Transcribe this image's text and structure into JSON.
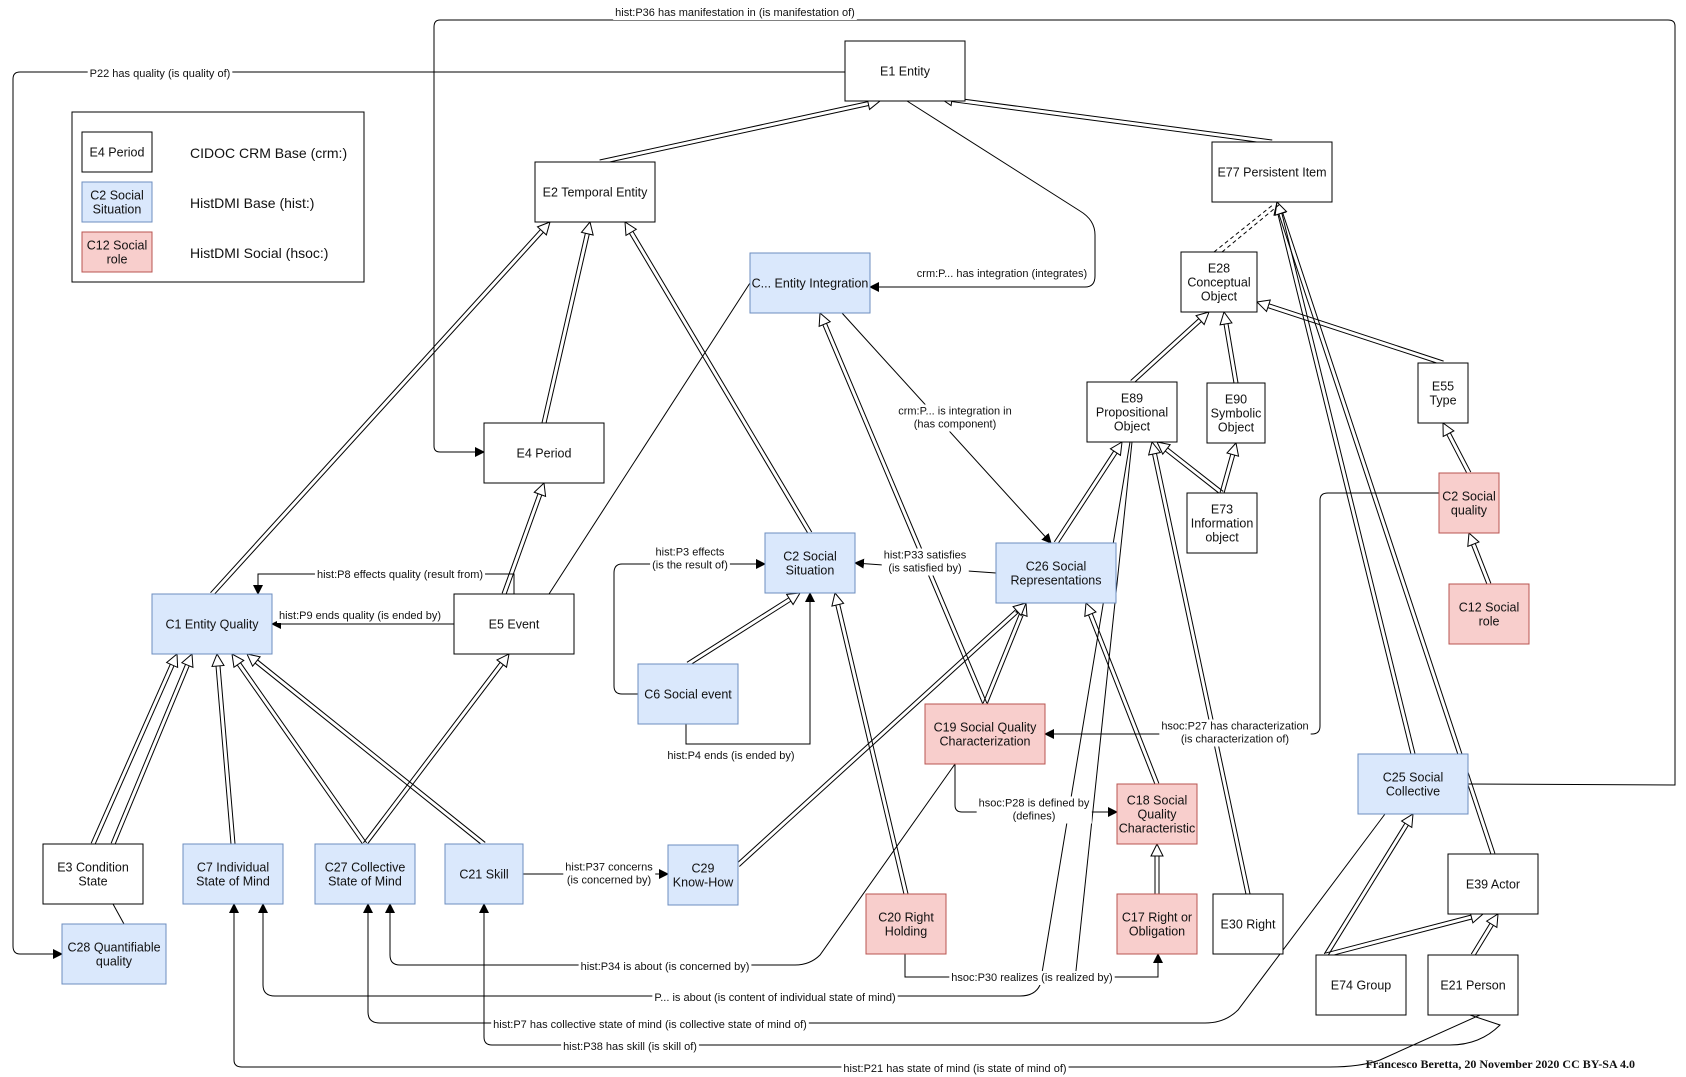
{
  "colors": {
    "base": "#ffffff",
    "hist": "#dae8fc",
    "hsoc": "#f8cecc",
    "histBorder": "#6c8ebf",
    "hsocBorder": "#b85450",
    "line": "#000000"
  },
  "legend": {
    "items": [
      {
        "id": "lg1",
        "box": "E4 Period",
        "label": "CIDOC CRM Base (crm:)",
        "kind": "base"
      },
      {
        "id": "lg2",
        "box": "C2 Social\nSituation",
        "label": "HistDMI Base (hist:)",
        "kind": "hist"
      },
      {
        "id": "lg3",
        "box": "C12 Social\nrole",
        "label": "HistDMI Social (hsoc:)",
        "kind": "hsoc"
      }
    ]
  },
  "nodes": [
    {
      "id": "E1",
      "label": "E1 Entity",
      "kind": "base"
    },
    {
      "id": "E2",
      "label": "E2 Temporal Entity",
      "kind": "base"
    },
    {
      "id": "E77",
      "label": "E77 Persistent Item",
      "kind": "base"
    },
    {
      "id": "CEI",
      "label": "C... Entity Integration",
      "kind": "hist"
    },
    {
      "id": "E28",
      "label": "E28\nConceptual\nObject",
      "kind": "base"
    },
    {
      "id": "E55",
      "label": "E55\nType",
      "kind": "base"
    },
    {
      "id": "E89",
      "label": "E89\nPropositional\nObject",
      "kind": "base"
    },
    {
      "id": "E90",
      "label": "E90\nSymbolic\nObject",
      "kind": "base"
    },
    {
      "id": "E4",
      "label": "E4 Period",
      "kind": "base"
    },
    {
      "id": "E73",
      "label": "E73\nInformation\nobject",
      "kind": "base"
    },
    {
      "id": "C2sq",
      "label": "C2 Social\nquality",
      "kind": "hsoc"
    },
    {
      "id": "C2ss",
      "label": "C2 Social\nSituation",
      "kind": "hist"
    },
    {
      "id": "C26",
      "label": "C26 Social\nRepresentations",
      "kind": "hist"
    },
    {
      "id": "C1",
      "label": "C1 Entity Quality",
      "kind": "hist"
    },
    {
      "id": "E5",
      "label": "E5 Event",
      "kind": "base"
    },
    {
      "id": "C12",
      "label": "C12 Social\nrole",
      "kind": "hsoc"
    },
    {
      "id": "C6",
      "label": "C6 Social event",
      "kind": "hist"
    },
    {
      "id": "C19",
      "label": "C19 Social Quality\nCharacterization",
      "kind": "hsoc"
    },
    {
      "id": "C25",
      "label": "C25 Social\nCollective",
      "kind": "hist"
    },
    {
      "id": "C18",
      "label": "C18 Social\nQuality\nCharacteristic",
      "kind": "hsoc"
    },
    {
      "id": "E3",
      "label": "E3 Condition\nState",
      "kind": "base"
    },
    {
      "id": "C7",
      "label": "C7 Individual\nState of Mind",
      "kind": "hist"
    },
    {
      "id": "C27",
      "label": "C27 Collective\nState of Mind",
      "kind": "hist"
    },
    {
      "id": "C21",
      "label": "C21 Skill",
      "kind": "hist"
    },
    {
      "id": "C29",
      "label": "C29\nKnow-How",
      "kind": "hist"
    },
    {
      "id": "E39",
      "label": "E39 Actor",
      "kind": "base"
    },
    {
      "id": "C20",
      "label": "C20 Right\nHolding",
      "kind": "hsoc"
    },
    {
      "id": "C17",
      "label": "C17 Right or\nObligation",
      "kind": "hsoc"
    },
    {
      "id": "E30",
      "label": "E30 Right",
      "kind": "base"
    },
    {
      "id": "C28",
      "label": "C28 Quantifiable\nquality",
      "kind": "hist"
    },
    {
      "id": "E74",
      "label": "E74 Group",
      "kind": "base"
    },
    {
      "id": "E21",
      "label": "E21 Person",
      "kind": "base"
    }
  ],
  "edge_labels": [
    {
      "id": "P36",
      "text": "hist:P36 has manifestation in (is manifestation of)"
    },
    {
      "id": "P22",
      "text": "P22 has quality (is quality of)"
    },
    {
      "id": "Pint",
      "text": "crm:P... has integration (integrates)"
    },
    {
      "id": "Pintin",
      "text": "crm:P... is integration in\n(has component)"
    },
    {
      "id": "P8",
      "text": "hist:P8 effects quality (result from)"
    },
    {
      "id": "P9",
      "text": "hist:P9 ends quality (is ended by)"
    },
    {
      "id": "P3",
      "text": "hist:P3 effects\n(is the result of)"
    },
    {
      "id": "P33",
      "text": "hist:P33 satisfies\n(is satisfied by)"
    },
    {
      "id": "P4",
      "text": "hist:P4 ends (is ended by)"
    },
    {
      "id": "P27",
      "text": "hsoc:P27 has characterization\n(is characterization of)"
    },
    {
      "id": "P28",
      "text": "hsoc:P28 is defined by\n(defines)"
    },
    {
      "id": "P37",
      "text": "hist:P37 concerns\n(is concerned by)"
    },
    {
      "id": "P34",
      "text": "hist:P34 is about (is concerned by)"
    },
    {
      "id": "P30",
      "text": "hsoc:P30 realizes (is realized by)"
    },
    {
      "id": "Pabout",
      "text": "P... is about (is content of individual state of mind)"
    },
    {
      "id": "P7",
      "text": "hist:P7 has collective state of mind (is collective state of mind of)"
    },
    {
      "id": "P38",
      "text": "hist:P38 has skill (is skill of)"
    },
    {
      "id": "P21",
      "text": "hist:P21 has state of mind (is state of mind of)"
    }
  ],
  "credit": "Francesco Beretta, 20 November 2020 CC BY-SA 4.0"
}
